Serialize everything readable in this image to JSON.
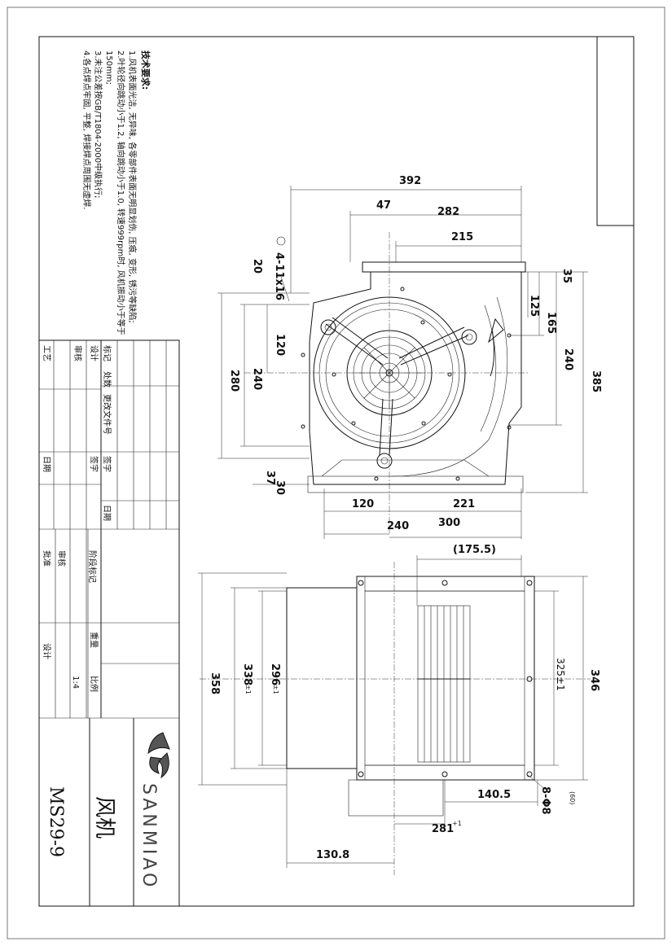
{
  "notes": {
    "title": "技术要求:",
    "lines": [
      "1.风机表面光洁, 无异味, 各零部件表面无明显划伤, 压痕, 变形, 锈污等缺陷;",
      "2.叶轮径向跳动小于1.2, 轴向跳动小于1.0, 转速999rpm时, 风机振动小于等于",
      "150mm;",
      "3.未注公差按GB/T1804-2000中级执行;",
      "4.各点焊点牢固, 平整, 焊接焊点周围无虚焊."
    ]
  },
  "front_view": {
    "dims": {
      "d392": "392",
      "d47": "47",
      "d282": "282",
      "d215": "215",
      "holes": "4-11x16",
      "d20": "20",
      "d120v": "120",
      "d240v": "240",
      "d280": "280",
      "d37": "37",
      "d30": "30",
      "d35": "35",
      "d125": "125",
      "d165": "165",
      "d240r": "240",
      "d385": "385",
      "d120h": "120",
      "d221": "221",
      "d240h": "240",
      "d300": "300"
    }
  },
  "side_view": {
    "dims": {
      "d175": "(175.5)",
      "d358": "358",
      "d338": "338",
      "d338tol": "±1",
      "d296": "296",
      "d296tol": "±1",
      "d325": "325±1",
      "d346": "346",
      "d1405": "140.5",
      "d8": "8-Φ8",
      "d60": "(60)",
      "d281": "281",
      "d281tol": "+1",
      "d1308": "130.8"
    }
  },
  "title_block": {
    "labels": {
      "design": "设计",
      "check": "审核",
      "process": "工艺",
      "approve": "批准",
      "std": "标记",
      "count": "处数",
      "change_no": "更改文件号",
      "sign": "签字",
      "date": "日期",
      "date2": "日期",
      "stage": "阶段标记",
      "weight": "重量",
      "scale": "比例",
      "scale_val": "1:4"
    },
    "part_name": "风机",
    "drawing_no": "MS29-9",
    "logo_text": "SANMIAO"
  }
}
